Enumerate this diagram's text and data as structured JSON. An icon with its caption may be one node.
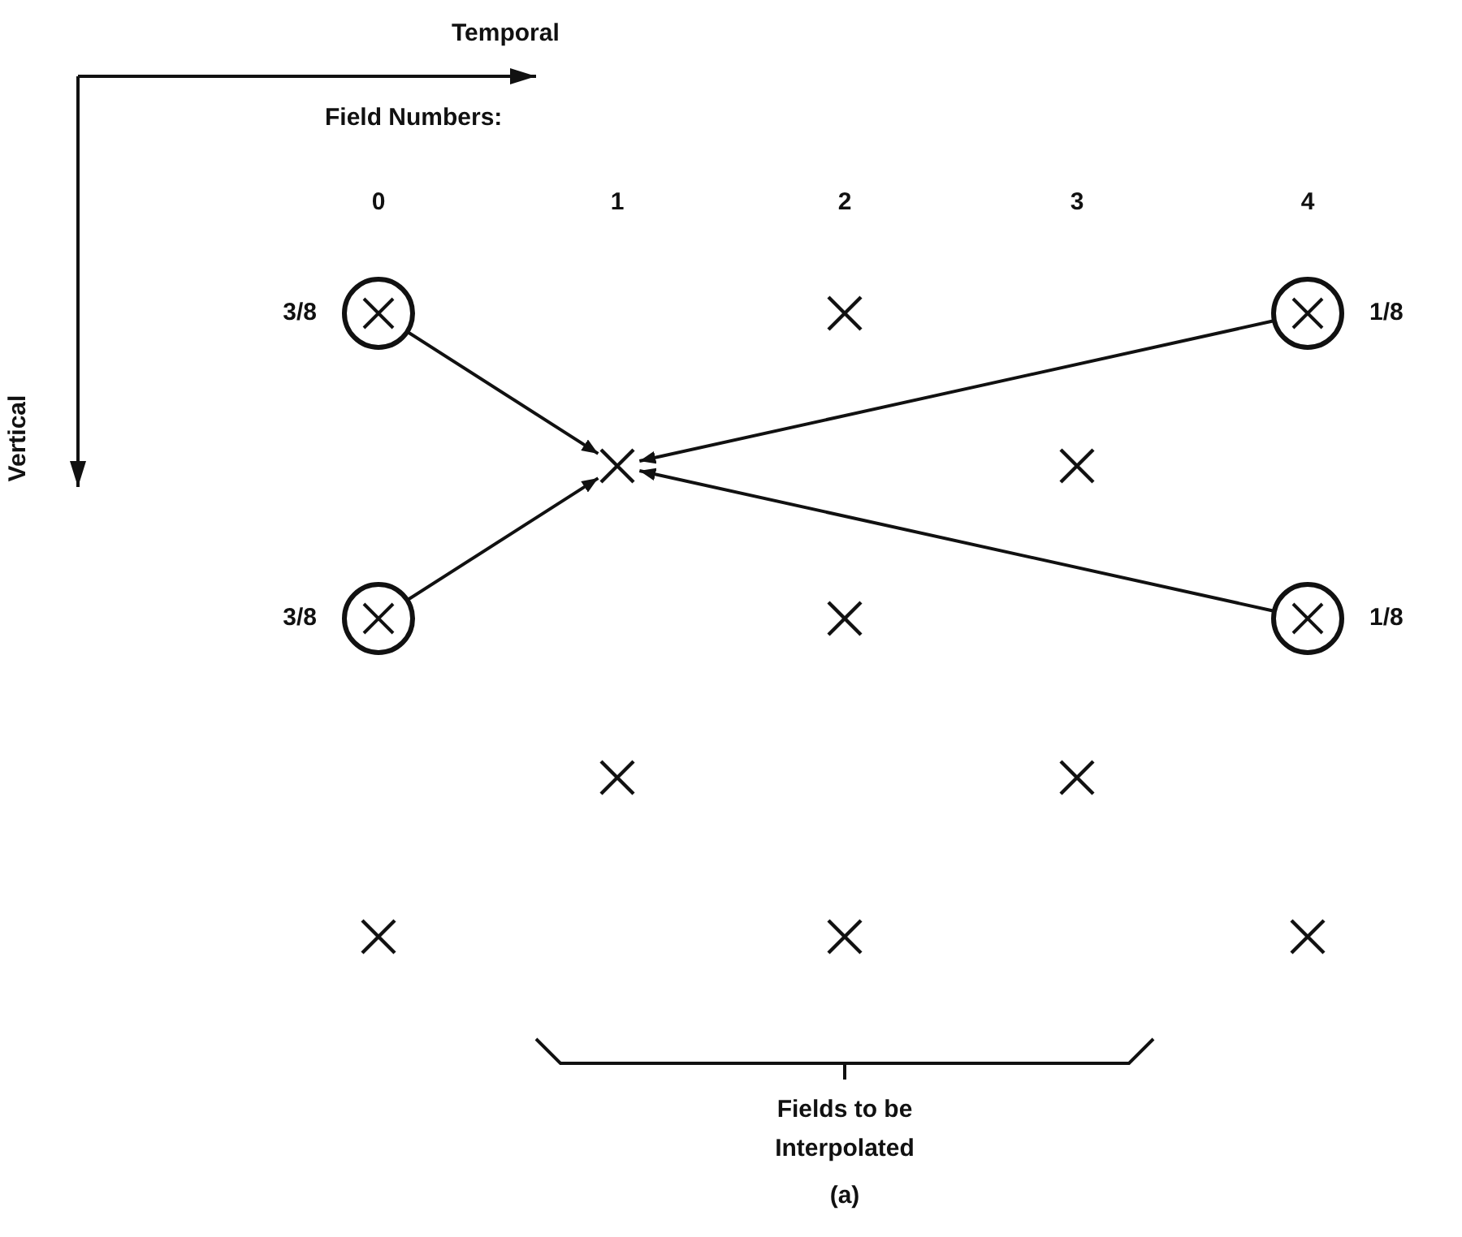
{
  "diagram": {
    "caption": "(a)",
    "nodes": [
      {
        "text": [],
        "shape": "circle",
        "beside": [
          "3/8"
        ]
      },
      {
        "text": [],
        "shape": "cross"
      },
      {
        "text": [],
        "shape": "circle",
        "beside": [
          "1/8"
        ]
      },
      {
        "text": [],
        "shape": "cross"
      },
      {
        "text": [],
        "shape": "cross"
      },
      {
        "text": [],
        "shape": "circle",
        "beside": [
          "3/8"
        ]
      },
      {
        "text": [],
        "shape": "cross"
      },
      {
        "text": [],
        "shape": "circle",
        "beside": [
          "1/8"
        ]
      },
      {
        "text": [],
        "shape": "cross"
      },
      {
        "text": [],
        "shape": "cross"
      },
      {
        "text": [],
        "shape": "cross"
      },
      {
        "text": [],
        "shape": "cross"
      },
      {
        "text": [],
        "shape": "cross"
      }
    ],
    "edges": [
      {
        "from": 0,
        "to": 3,
        "arrow": "to"
      },
      {
        "from": 5,
        "to": 3,
        "arrow": "to"
      },
      {
        "from": 2,
        "to": 3,
        "arrow": "to"
      },
      {
        "from": 7,
        "to": 3,
        "arrow": "to"
      }
    ],
    "labels": [
      "Temporal",
      "Field Numbers:",
      "0",
      "1",
      "2",
      "3",
      "4",
      "Vertical",
      "Fields to be Interpolated"
    ]
  }
}
